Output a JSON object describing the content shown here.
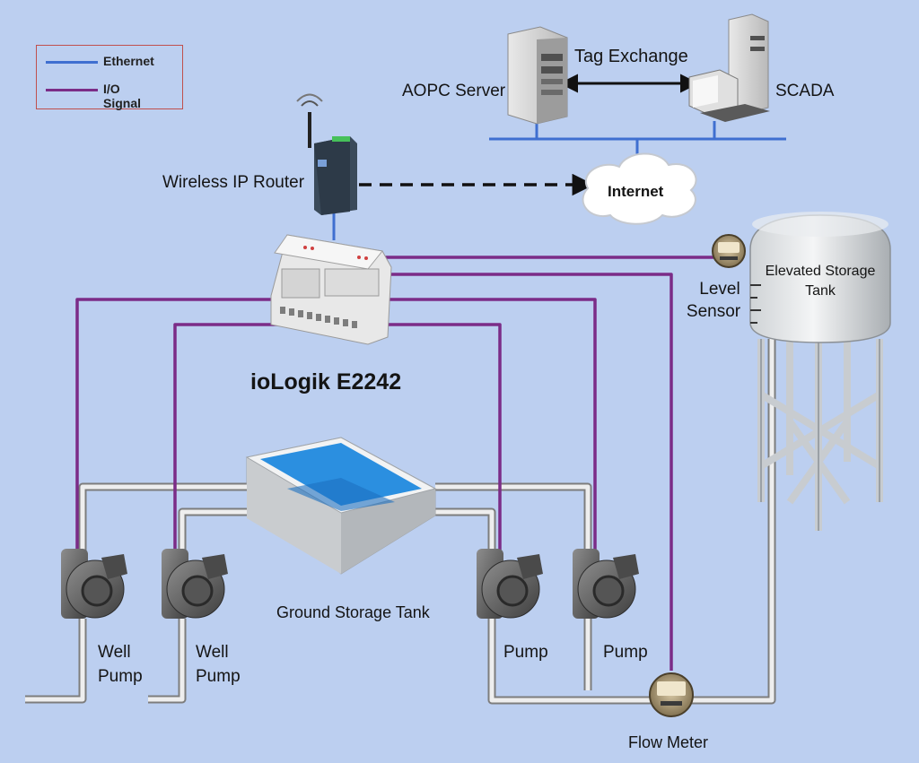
{
  "legend": {
    "items": [
      {
        "label": "Ethernet",
        "color": "#3f6fd0"
      },
      {
        "label": "I/O Signal",
        "color": "#7b2c87"
      }
    ]
  },
  "labels": {
    "tag_exchange": "Tag Exchange",
    "aopc_server": "AOPC Server",
    "scada": "SCADA",
    "wireless_router": "Wireless IP Router",
    "internet": "Internet",
    "device": "ioLogik E2242",
    "level_sensor_1": "Level",
    "level_sensor_2": "Sensor",
    "elevated_tank_1": "Elevated Storage",
    "elevated_tank_2": "Tank",
    "ground_tank": "Ground Storage Tank",
    "well_pump_a_1": "Well",
    "well_pump_a_2": "Pump",
    "well_pump_b_1": "Well",
    "well_pump_b_2": "Pump",
    "pump_c": "Pump",
    "pump_d": "Pump",
    "flow_meter": "Flow Meter"
  },
  "colors": {
    "background": "#bccff0",
    "ethernet": "#3f6fd0",
    "io_signal": "#7b2c87",
    "water": "#2b8fe0",
    "pipe": "#d9d9d9"
  }
}
